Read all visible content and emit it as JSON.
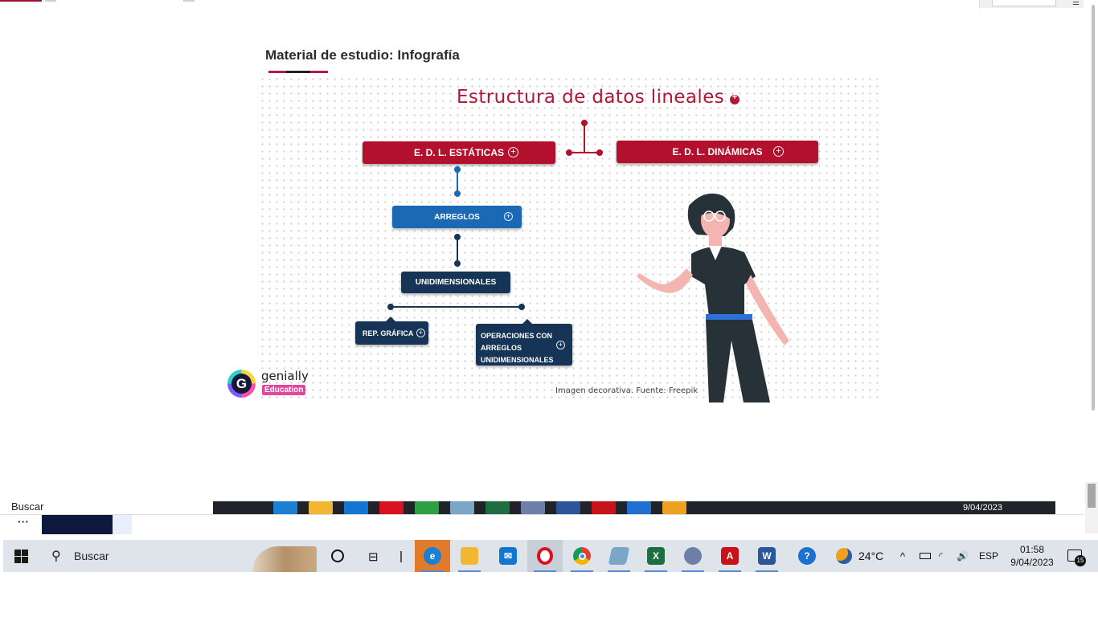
{
  "page": {
    "section_title": "Material de estudio: Infografía"
  },
  "infographic": {
    "title": "Estructura de datos lineales",
    "nodes": {
      "estaticas": "E. D. L. ESTÁTICAS",
      "dinamicas": "E. D. L. DINÁMICAS",
      "arreglos": "ARREGLOS",
      "unidimensionales": "UNIDIMENSIONALES",
      "rep_grafica": "REP. GRÁFICA",
      "operaciones_l1": "OPERACIONES CON",
      "operaciones_l2": "ARREGLOS",
      "operaciones_l3": "UNIDIMENSIONALES"
    },
    "caption": "Imagen decorativa. Fuente: Freepik",
    "logo": {
      "name": "genially",
      "badge": "Education"
    },
    "colors": {
      "red": "#b3102e",
      "blue": "#1b69b5",
      "navy": "#163556"
    }
  },
  "background_taskbar": {
    "search_text": "Buscar",
    "date": "9/04/2023"
  },
  "taskbar": {
    "search_label": "Buscar",
    "apps": [
      {
        "name": "edge-icon",
        "color": "#1d7fd4"
      },
      {
        "name": "file-explorer-icon",
        "color": "#f2b632"
      },
      {
        "name": "mail-icon",
        "color": "#1476d3"
      },
      {
        "name": "opera-icon",
        "color": "#d8121e"
      },
      {
        "name": "chrome-icon",
        "color": "#2ea043"
      },
      {
        "name": "notes-icon",
        "color": "#7aa7c7"
      },
      {
        "name": "excel-icon",
        "color": "#1d6f42"
      },
      {
        "name": "paint-icon",
        "color": "#6e7fa8"
      },
      {
        "name": "acrobat-icon",
        "color": "#c8131a"
      },
      {
        "name": "word-icon",
        "color": "#2b579a"
      },
      {
        "name": "help-icon",
        "color": "#1d6fd0"
      }
    ],
    "weather": "24°C",
    "language": "ESP",
    "time": "01:58",
    "date": "9/04/2023",
    "notifications": "15"
  }
}
